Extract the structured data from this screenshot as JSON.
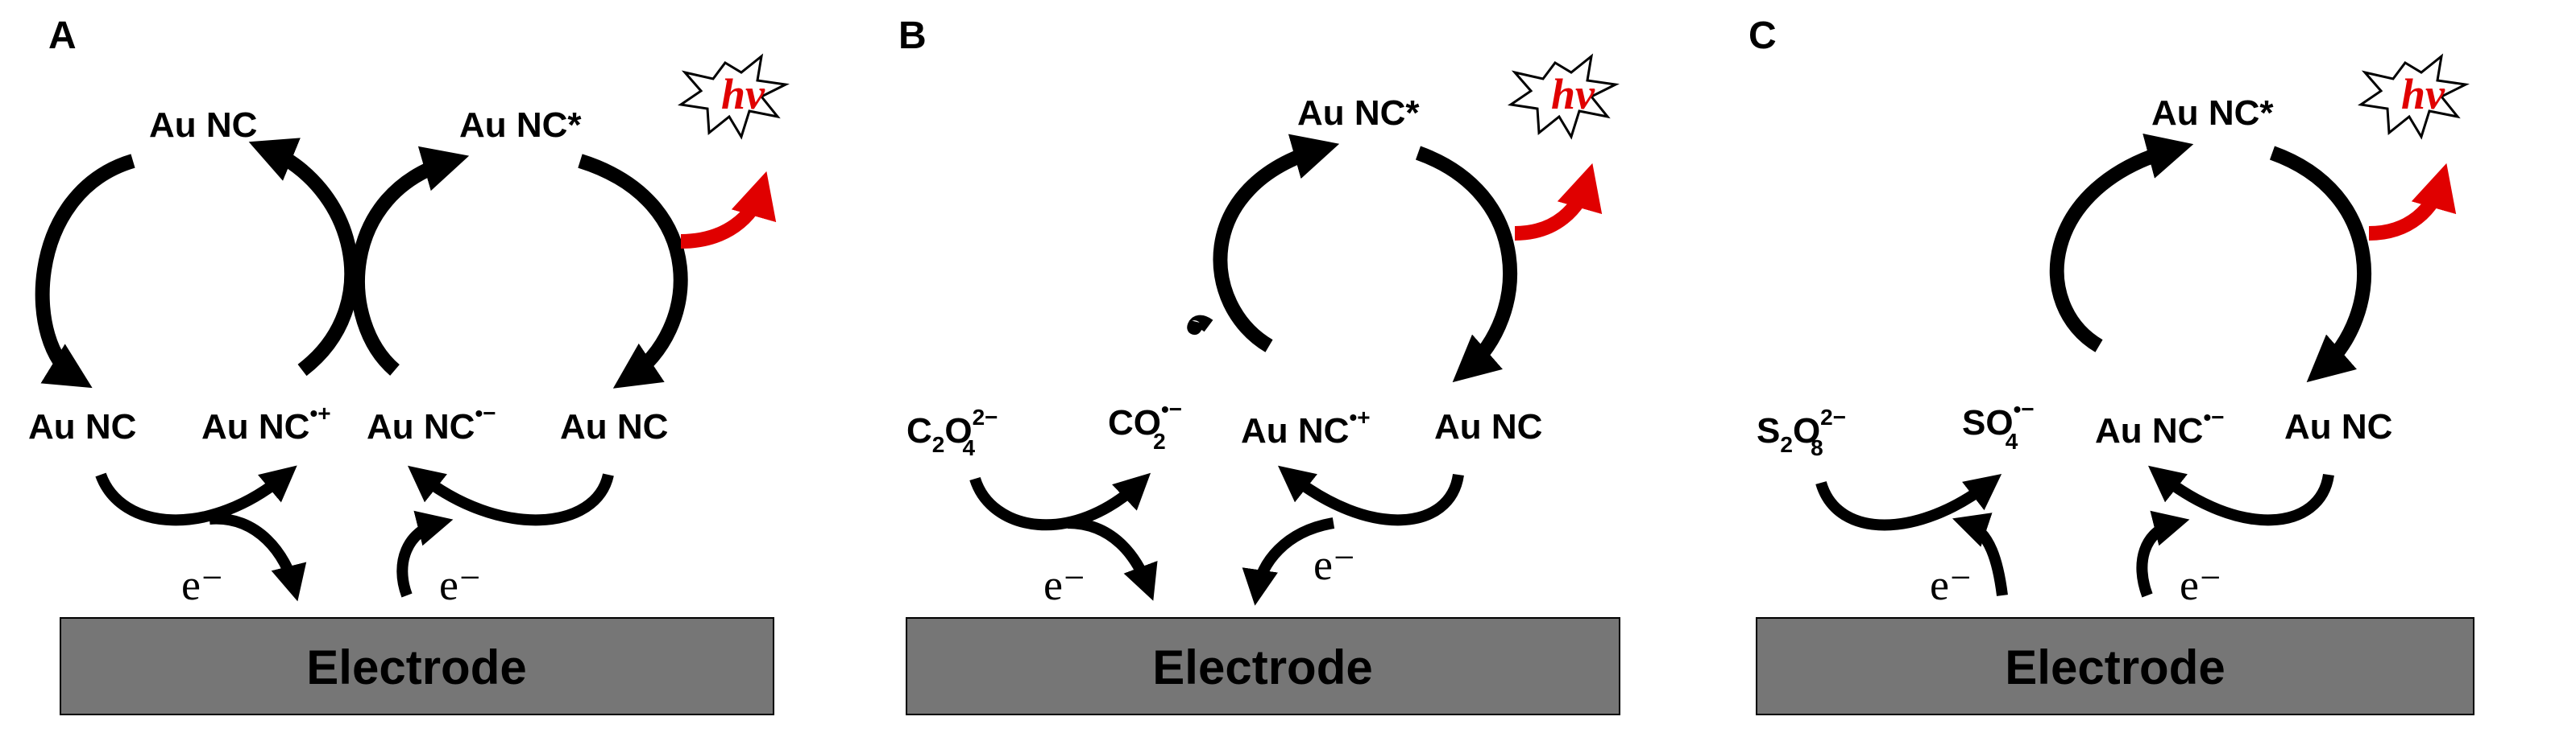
{
  "panels": {
    "a": {
      "letter": "A",
      "top_left": "Au NC",
      "top_right": "Au NC*",
      "bottom_1": "Au NC",
      "bottom_2": "Au NC",
      "bottom_2_sup": "•+",
      "bottom_3": "Au NC",
      "bottom_3_sup": "•−",
      "bottom_4": "Au NC",
      "electron_1": "e⁻",
      "electron_2": "e⁻",
      "photon": "hν",
      "electrode": "Electrode"
    },
    "b": {
      "letter": "B",
      "top": "Au NC*",
      "reagent": "C",
      "reagent_sub1": "2",
      "reagent_mid": "O",
      "reagent_sup": "2−",
      "reagent_sub2": "4",
      "radical": "CO",
      "radical_sup": "•−",
      "radical_sub": "2",
      "cation": "Au NC",
      "cation_sup": "•+",
      "neutral": "Au NC",
      "electron_1": "e⁻",
      "electron_2": "e⁻",
      "photon": "hν",
      "electrode": "Electrode"
    },
    "c": {
      "letter": "C",
      "top": "Au NC*",
      "reagent": "S",
      "reagent_sub1": "2",
      "reagent_mid": "O",
      "reagent_sup": "2−",
      "reagent_sub2": "8",
      "radical": "SO",
      "radical_sup": "•−",
      "radical_sub": "4",
      "anion": "Au NC",
      "anion_sup": "•−",
      "neutral": "Au NC",
      "electron_1": "e⁻",
      "electron_2": "e⁻",
      "photon": "hν",
      "electrode": "Electrode"
    }
  },
  "colors": {
    "arrow": "#000000",
    "emission_arrow": "#e00000",
    "electrode_fill": "#767676",
    "photon_text": "#e00000"
  },
  "icons": {
    "photon": "starburst-icon",
    "arrow": "curved-arrow-icon"
  }
}
